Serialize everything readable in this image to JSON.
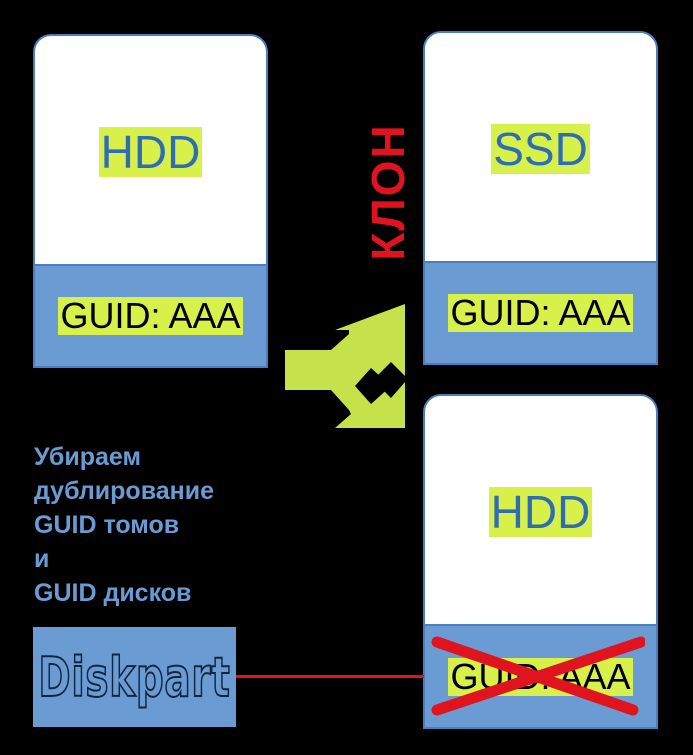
{
  "source_disk": {
    "type_label": "HDD",
    "guid_label": "GUID: AAA"
  },
  "clone_disk": {
    "type_label": "SSD",
    "guid_label": "GUID: AAA"
  },
  "original_disk": {
    "type_label": "HDD",
    "guid_label": "GUID: AAA",
    "guid_crossed_out": true
  },
  "clone_label": "КЛОН",
  "caption_lines": [
    "Убираем",
    "дублирование",
    "GUID томов",
    "и",
    "GUID дисков"
  ],
  "tool_label": "Diskpart",
  "colors": {
    "background": "#000000",
    "disk_band": "#6b9bd3",
    "highlight": "#d8f04a",
    "accent_red": "#e0141e",
    "arrow": "#c6e24a",
    "caption_text": "#6b9bd3"
  }
}
